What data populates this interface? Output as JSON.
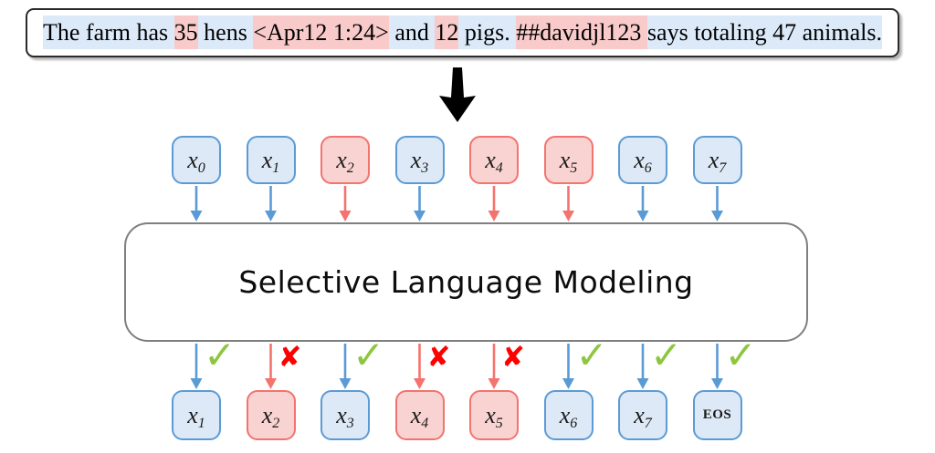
{
  "figure": {
    "sentence": {
      "segments": [
        {
          "text": "The farm has ",
          "hl": "blue"
        },
        {
          "text": "35",
          "hl": "red"
        },
        {
          "text": " hens ",
          "hl": "blue"
        },
        {
          "text": "<Apr12 1:24>",
          "hl": "red"
        },
        {
          "text": " and ",
          "hl": "blue"
        },
        {
          "text": "12",
          "hl": "red"
        },
        {
          "text": " pigs. ",
          "hl": "blue"
        },
        {
          "text": "##davidjl123 ",
          "hl": "red"
        },
        {
          "text": "says totaling 47 animals.",
          "hl": "blue"
        }
      ]
    },
    "slm": {
      "label": "Selective Language Modeling"
    },
    "top_tokens": [
      {
        "label": "x",
        "sub": "0",
        "type": "blue"
      },
      {
        "label": "x",
        "sub": "1",
        "type": "blue"
      },
      {
        "label": "x",
        "sub": "2",
        "type": "red"
      },
      {
        "label": "x",
        "sub": "3",
        "type": "blue"
      },
      {
        "label": "x",
        "sub": "4",
        "type": "red"
      },
      {
        "label": "x",
        "sub": "5",
        "type": "red"
      },
      {
        "label": "x",
        "sub": "6",
        "type": "blue"
      },
      {
        "label": "x",
        "sub": "7",
        "type": "blue"
      }
    ],
    "bottom_tokens": [
      {
        "label": "x",
        "sub": "1",
        "type": "blue",
        "mark": "check"
      },
      {
        "label": "x",
        "sub": "2",
        "type": "red",
        "mark": "cross"
      },
      {
        "label": "x",
        "sub": "3",
        "type": "blue",
        "mark": "check"
      },
      {
        "label": "x",
        "sub": "4",
        "type": "red",
        "mark": "cross"
      },
      {
        "label": "x",
        "sub": "5",
        "type": "red",
        "mark": "cross"
      },
      {
        "label": "x",
        "sub": "6",
        "type": "blue",
        "mark": "check"
      },
      {
        "label": "x",
        "sub": "7",
        "type": "blue",
        "mark": "check"
      },
      {
        "label": "EOS",
        "sub": "",
        "type": "blue",
        "mark": "check"
      }
    ],
    "marks": {
      "check": "✓",
      "cross": "✘"
    },
    "colors": {
      "blue_fill": "#DDE9F6",
      "blue_border": "#5B9BD5",
      "red_fill": "#F8D3D1",
      "red_border": "#F4736E",
      "hl_blue": "#DCE9F8",
      "hl_red": "#F8CACA",
      "check_green": "#8EC63F",
      "cross_red": "#FE0000",
      "slm_border": "#7F7F7F",
      "arrow_black": "#000000"
    }
  }
}
